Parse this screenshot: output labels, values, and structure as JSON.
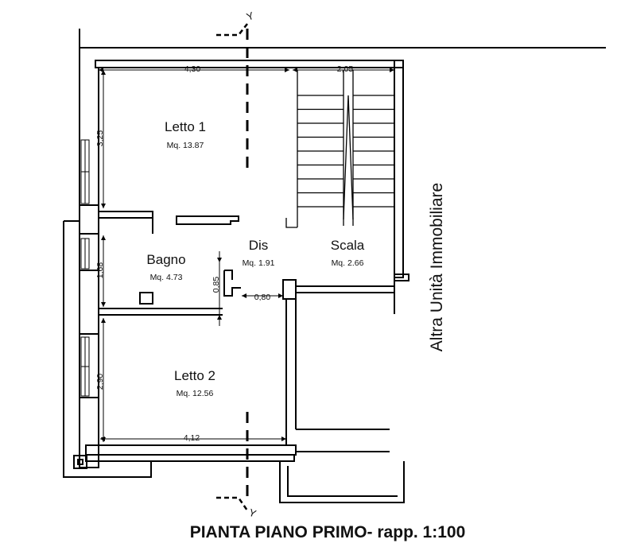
{
  "rooms": {
    "letto1": {
      "name": "Letto 1",
      "area": "Mq. 13.87"
    },
    "bagno": {
      "name": "Bagno",
      "area": "Mq. 4.73"
    },
    "dis": {
      "name": "Dis",
      "area": "Mq. 1.91"
    },
    "scala": {
      "name": "Scala",
      "area": "Mq. 2.66"
    },
    "letto2": {
      "name": "Letto 2",
      "area": "Mq. 12.56"
    }
  },
  "dimensions": {
    "top_left": "4,30",
    "top_right": "2,05",
    "left_upper": "3,25",
    "left_middle": "1,68",
    "left_lower": "2,90",
    "bottom": "4,12",
    "door_height": "0,85",
    "door_width": "0,80"
  },
  "section_marks": {
    "top": "Y",
    "bottom": "Y"
  },
  "side_label": "Altra Unità Immobiliare",
  "title": "PIANTA PIANO PRIMO- rapp. 1:100"
}
